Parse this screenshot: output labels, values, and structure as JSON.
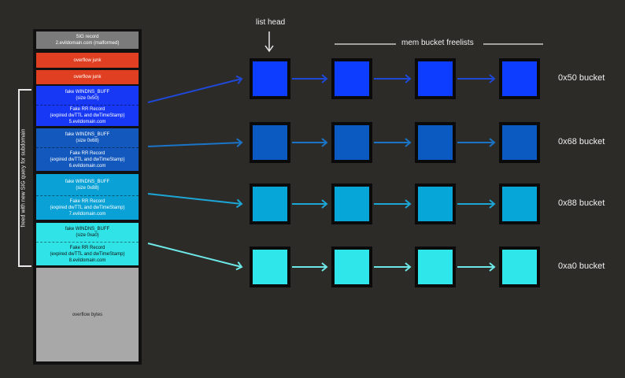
{
  "stack": {
    "sig_record": [
      "SIG record",
      "2.evildomain.com (malformed)"
    ],
    "overflow_junk": [
      "overflow junk",
      "overflow junk"
    ],
    "pairs": [
      {
        "buff": [
          "fake WINDNS_BUFF",
          "(size 0x50)"
        ],
        "rr": [
          "Fake RR Record",
          "(expired dwTTL and dwTimeStamp)",
          "5.evildomain.com"
        ]
      },
      {
        "buff": [
          "fake WINDNS_BUFF",
          "(size 0x68)"
        ],
        "rr": [
          "Fake RR Record",
          "(expired dwTTL and dwTimeStamp)",
          "6.evildomain.com"
        ]
      },
      {
        "buff": [
          "fake WINDNS_BUFF",
          "(size 0x88)"
        ],
        "rr": [
          "Fake RR Record",
          "(expired dwTTL and dwTimeStamp)",
          "7.evildomain.com"
        ]
      },
      {
        "buff": [
          "fake WINDNS_BUFF",
          "(size 0xa0)"
        ],
        "rr": [
          "Fake RR Record",
          "(expired dwTTL and dwTimeStamp)",
          "8.evildomain.com"
        ]
      }
    ],
    "overflow_bytes": "overflow bytes"
  },
  "bracket_label": "freed with new SIG query  for subdomain",
  "list_head_label": "list head",
  "freelists_label": "mem bucket freelists",
  "buckets": [
    {
      "label": "0x50 bucket",
      "color": "#0d3dff"
    },
    {
      "label": "0x68 bucket",
      "color": "#0b5ac1"
    },
    {
      "label": "0x88 bucket",
      "color": "#06a6d9"
    },
    {
      "label": "0xa0 bucket",
      "color": "#2fe6ea"
    }
  ],
  "colors": {
    "sig": "#7b7b7b",
    "junk": "#e04021",
    "overflow": "#a8a8a8",
    "pair_fill": [
      "#1739f5",
      "#1258bd",
      "#0aa2d6",
      "#30e3e6"
    ],
    "arrow": [
      "#1e48d8",
      "#1a74c8",
      "#1ca6d6",
      "#6ee8e6"
    ]
  }
}
